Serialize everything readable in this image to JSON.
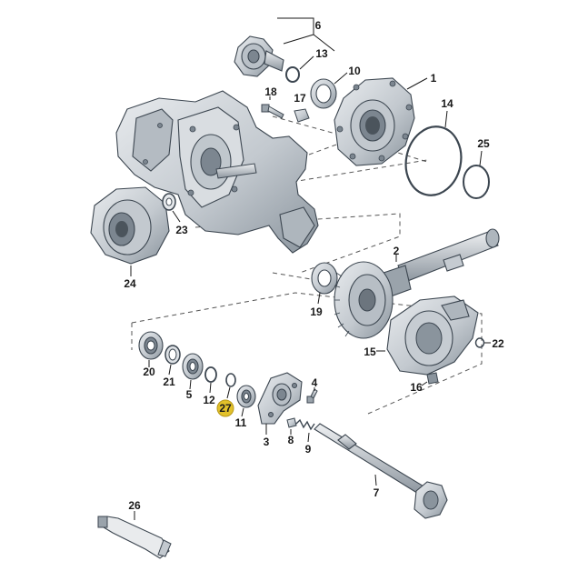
{
  "diagram": {
    "callouts": {
      "c1": "1",
      "c2": "2",
      "c3": "3",
      "c4": "4",
      "c5": "5",
      "c6": "6",
      "c7": "7",
      "c8": "8",
      "c9": "9",
      "c10": "10",
      "c11": "11",
      "c12": "12",
      "c13": "13",
      "c14": "14",
      "c15": "15",
      "c16": "16",
      "c17": "17",
      "c18": "18",
      "c19": "19",
      "c20": "20",
      "c21": "21",
      "c22": "22",
      "c23": "23",
      "c24": "24",
      "c25": "25",
      "c26": "26",
      "c27": "27"
    },
    "highlighted_callout": "27",
    "colors": {
      "part_fill": "#c9ced4",
      "part_dark": "#7c8690",
      "part_light": "#e6e9ec",
      "highlight": "#e2c12a",
      "line": "#1a1a1a"
    }
  }
}
